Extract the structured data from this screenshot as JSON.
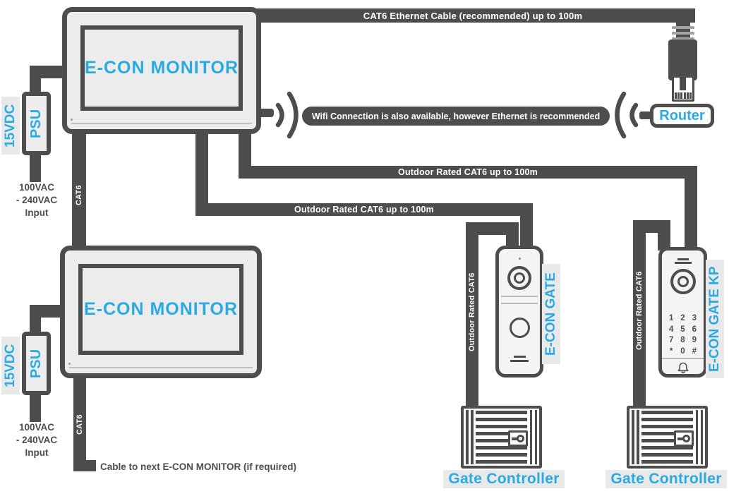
{
  "colors": {
    "dark": "#4d4d4d",
    "blue": "#29abe2",
    "device_fill": "#ededed",
    "highlight_bg": "#e9e9e9"
  },
  "monitors": {
    "top": {
      "label": "E-CON MONITOR"
    },
    "bottom": {
      "label": "E-CON MONITOR"
    }
  },
  "power": {
    "psu1": {
      "label": "PSU",
      "voltage": "15VDC",
      "input": [
        "100VAC",
        "- 240VAC",
        "Input"
      ]
    },
    "psu2": {
      "label": "PSU",
      "voltage": "15VDC",
      "input": [
        "100VAC",
        "- 240VAC",
        "Input"
      ]
    }
  },
  "cables": {
    "ethernet_top": "CAT6 Ethernet Cable (recommended) up to 100m",
    "wifi_note": "Wifi Connection is also available, however Ethernet is recommended",
    "outdoor_to_gate_kp": "Outdoor Rated CAT6 up to 100m",
    "outdoor_to_gate": "Outdoor Rated CAT6 up to 100m",
    "cat6_link": "CAT6",
    "cat6_next": "CAT6",
    "outdoor_gate_drop": "Outdoor Rated CAT6",
    "outdoor_kp_drop": "Outdoor Rated CAT6",
    "next_monitor_note": "Cable to next E-CON MONITOR (if required)"
  },
  "router": {
    "label": "Router"
  },
  "gate_station": {
    "label": "E-CON GATE"
  },
  "gate_kp_station": {
    "label": "E-CON GATE KP",
    "keypad": [
      [
        "1",
        "2",
        "3"
      ],
      [
        "4",
        "5",
        "6"
      ],
      [
        "7",
        "8",
        "9"
      ],
      [
        "*",
        "0",
        "#"
      ]
    ]
  },
  "gate_controllers": {
    "left": {
      "label": "Gate Controller"
    },
    "right": {
      "label": "Gate Controller"
    }
  }
}
